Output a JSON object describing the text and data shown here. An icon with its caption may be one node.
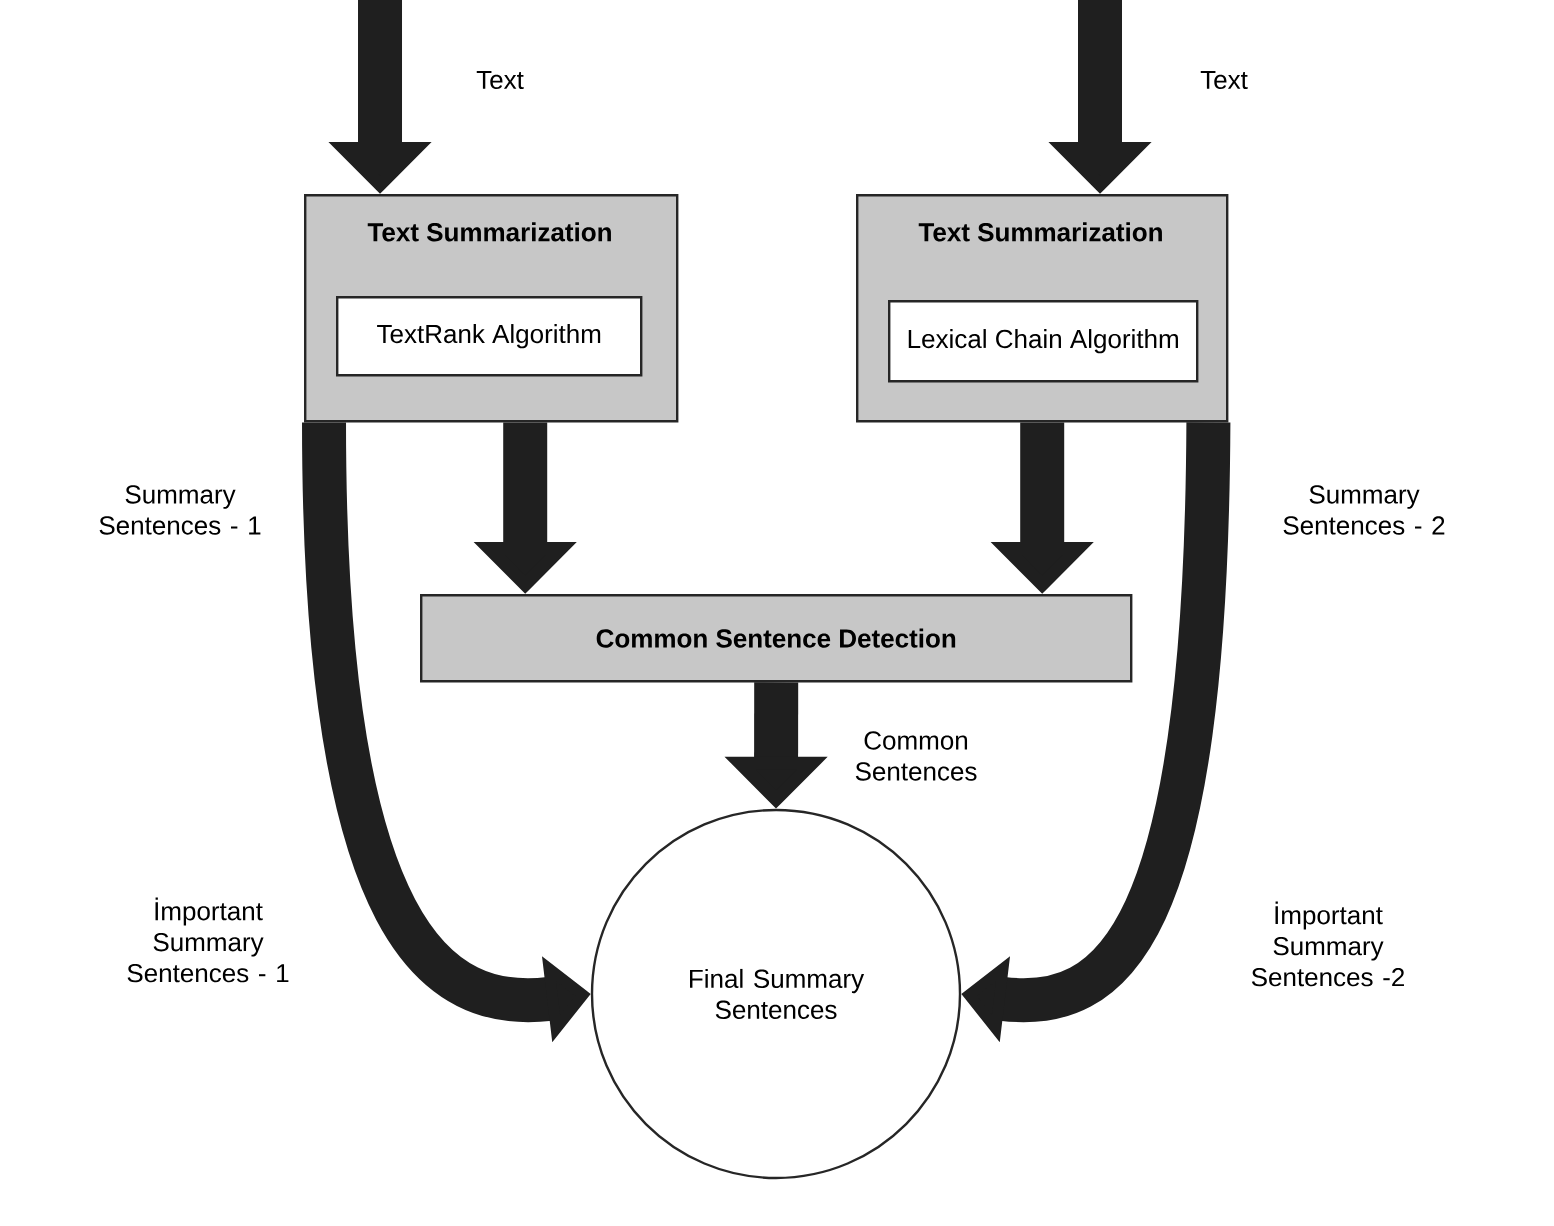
{
  "diagram": {
    "nodes": [
      {
        "text": [
          "Text Summarization"
        ],
        "beside": [
          "Summary Sentences - 1"
        ]
      },
      {
        "text": [
          "TextRank Algorithm"
        ],
        "in": 0
      },
      {
        "text": [
          "Text Summarization"
        ],
        "beside": [
          "Summary Sentences - 2"
        ]
      },
      {
        "text": [
          "Lexical Chain Algorithm"
        ],
        "in": 2
      },
      {
        "text": [
          "Common Sentence Detection"
        ]
      },
      {
        "text": [
          "Final Summary Sentences"
        ]
      }
    ],
    "edges": [
      {
        "from": null,
        "to": 0,
        "arrow": "to",
        "label": "Text"
      },
      {
        "from": null,
        "to": 2,
        "arrow": "to",
        "label": "Text"
      },
      {
        "from": 0,
        "to": 4,
        "arrow": "to"
      },
      {
        "from": 2,
        "to": 4,
        "arrow": "to"
      },
      {
        "from": 4,
        "to": 5,
        "arrow": "to",
        "label": "Common Sentences"
      },
      {
        "from": 0,
        "to": 5,
        "arrow": "to",
        "label": "İmportant Summary Sentences - 1"
      },
      {
        "from": 2,
        "to": 5,
        "arrow": "to",
        "label": "İmportant Summary Sentences -2"
      }
    ]
  }
}
